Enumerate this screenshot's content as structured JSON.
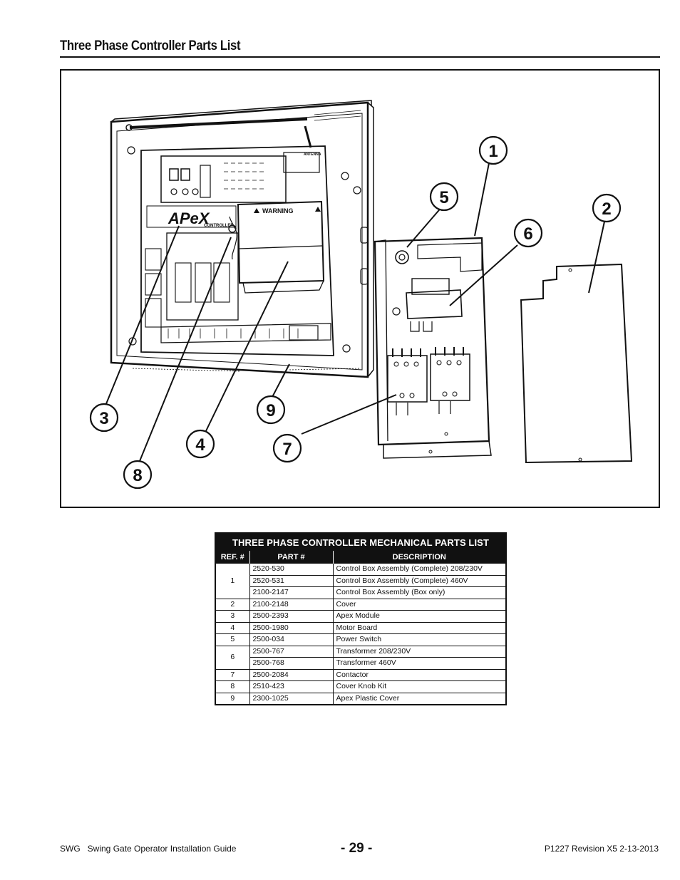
{
  "page": {
    "heading": "Three Phase Controller Parts List"
  },
  "figure": {
    "callouts": [
      "1",
      "2",
      "3",
      "4",
      "5",
      "6",
      "7",
      "8",
      "9"
    ],
    "panel_labels": {
      "brand": "APeX",
      "brand_sub": "CONTROLLER",
      "warning": "WARNING",
      "antenna": "ANTENNA"
    }
  },
  "parts_table": {
    "title": "THREE PHASE CONTROLLER MECHANICAL PARTS LIST",
    "columns": [
      "REF. #",
      "PART #",
      "DESCRIPTION"
    ],
    "rows": [
      {
        "ref": "1",
        "parts": [
          {
            "part": "2520-530",
            "description": "Control Box Assembly (Complete) 208/230V"
          },
          {
            "part": "2520-531",
            "description": "Control Box Assembly (Complete) 460V"
          },
          {
            "part": "2100-2147",
            "description": "Control Box Assembly (Box only)"
          }
        ]
      },
      {
        "ref": "2",
        "parts": [
          {
            "part": "2100-2148",
            "description": "Cover"
          }
        ]
      },
      {
        "ref": "3",
        "parts": [
          {
            "part": "2500-2393",
            "description": "Apex Module"
          }
        ]
      },
      {
        "ref": "4",
        "parts": [
          {
            "part": "2500-1980",
            "description": "Motor Board"
          }
        ]
      },
      {
        "ref": "5",
        "parts": [
          {
            "part": "2500-034",
            "description": "Power Switch"
          }
        ]
      },
      {
        "ref": "6",
        "parts": [
          {
            "part": "2500-767",
            "description": "Transformer 208/230V"
          },
          {
            "part": "2500-768",
            "description": "Transformer 460V"
          }
        ]
      },
      {
        "ref": "7",
        "parts": [
          {
            "part": "2500-2084",
            "description": "Contactor"
          }
        ]
      },
      {
        "ref": "8",
        "parts": [
          {
            "part": "2510-423",
            "description": "Cover Knob Kit"
          }
        ]
      },
      {
        "ref": "9",
        "parts": [
          {
            "part": "2300-1025",
            "description": "Apex Plastic Cover"
          }
        ]
      }
    ]
  },
  "footer": {
    "model": "SWG",
    "guide_title": "Swing Gate Operator Installation Guide",
    "page_number": "- 29 -",
    "revision": "P1227 Revision X5 2-13-2013"
  }
}
